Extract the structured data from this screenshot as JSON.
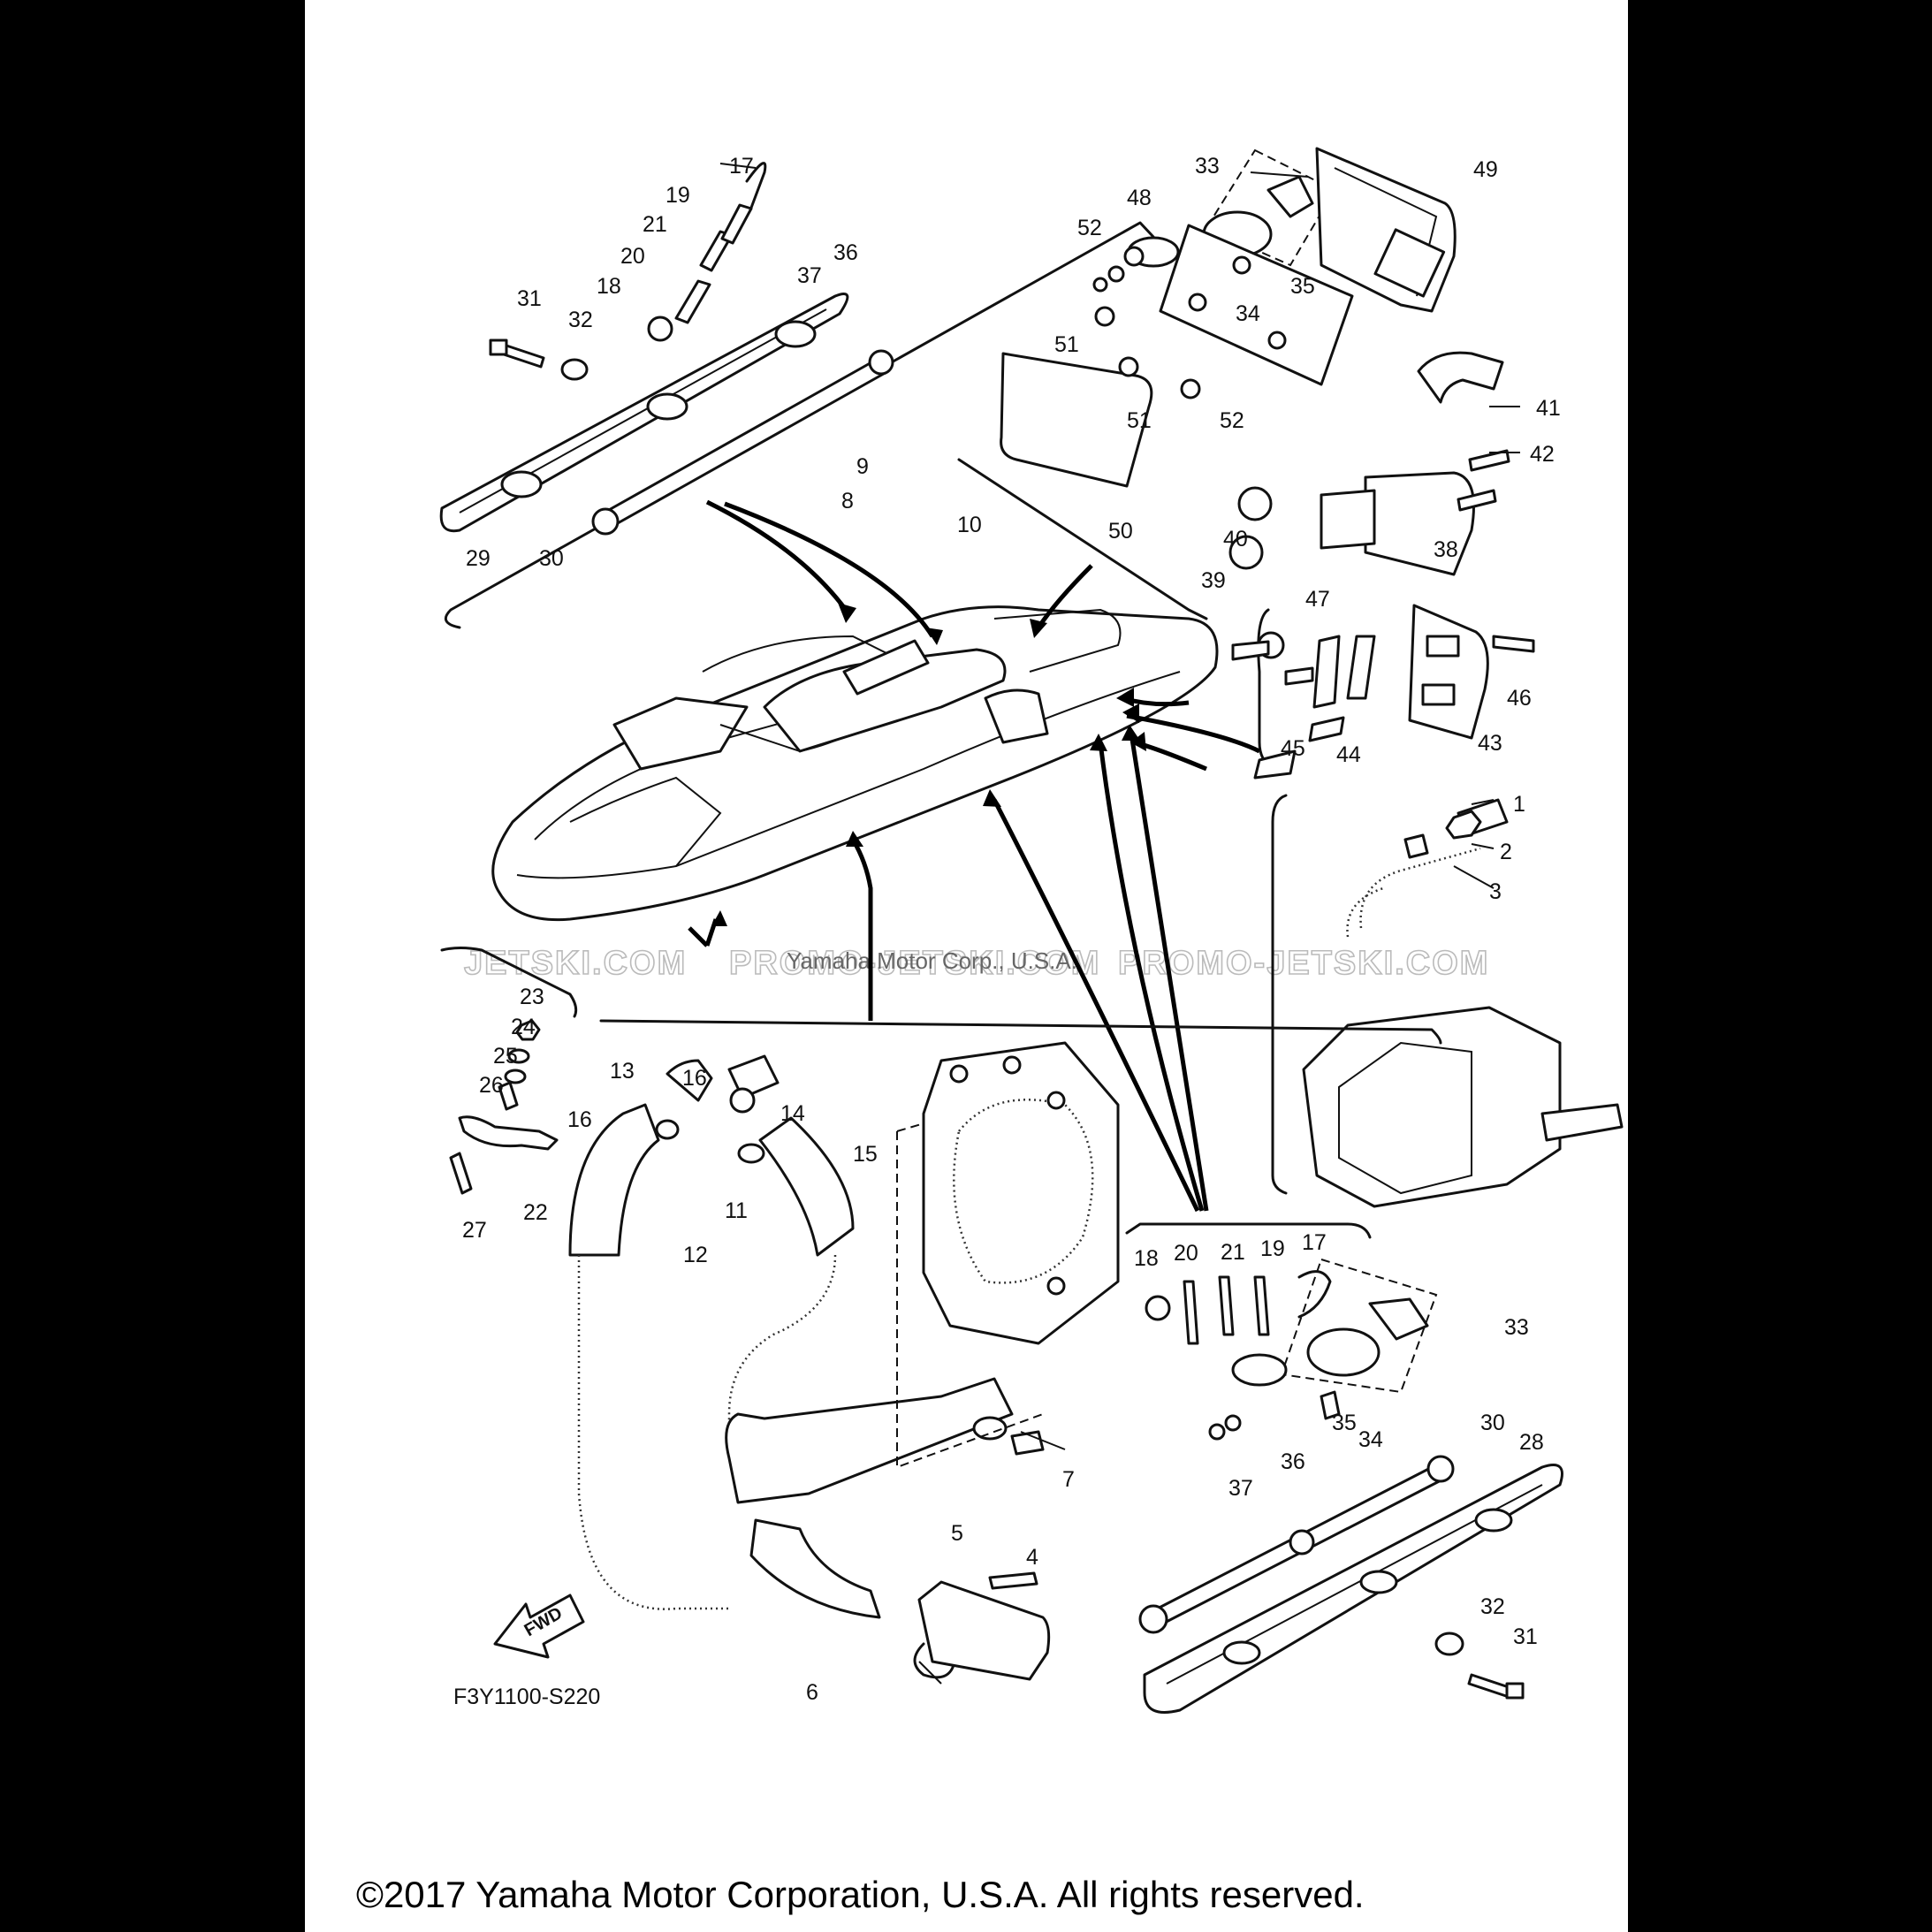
{
  "diagram": {
    "code": "F3Y1100-S220",
    "fwd_label": "FWD",
    "copyright": "©2017 Yamaha Motor Corporation, U.S.A. All rights reserved.",
    "watermark_left": "JETSKI.COM",
    "watermark_mid": "PROMO-JETSKI.COM",
    "watermark_right": "PROMO-JETSKI.COM",
    "watermark_owner": "Yamaha Motor Corp., U.S.A."
  },
  "callouts": [
    {
      "id": "c17a",
      "num": "17"
    },
    {
      "id": "c19a",
      "num": "19"
    },
    {
      "id": "c21a",
      "num": "21"
    },
    {
      "id": "c20a",
      "num": "20"
    },
    {
      "id": "c18a",
      "num": "18"
    },
    {
      "id": "c31a",
      "num": "31"
    },
    {
      "id": "c32a",
      "num": "32"
    },
    {
      "id": "c33a",
      "num": "33"
    },
    {
      "id": "c36a",
      "num": "36"
    },
    {
      "id": "c37a",
      "num": "37"
    },
    {
      "id": "c34a",
      "num": "34"
    },
    {
      "id": "c35a",
      "num": "35"
    },
    {
      "id": "c29",
      "num": "29"
    },
    {
      "id": "c30a",
      "num": "30"
    },
    {
      "id": "c49",
      "num": "49"
    },
    {
      "id": "c48",
      "num": "48"
    },
    {
      "id": "c52a",
      "num": "52"
    },
    {
      "id": "c51a",
      "num": "51"
    },
    {
      "id": "c51b",
      "num": "51"
    },
    {
      "id": "c52b",
      "num": "52"
    },
    {
      "id": "c41",
      "num": "41"
    },
    {
      "id": "c42",
      "num": "42"
    },
    {
      "id": "c9",
      "num": "9"
    },
    {
      "id": "c8",
      "num": "8"
    },
    {
      "id": "c10",
      "num": "10"
    },
    {
      "id": "c50",
      "num": "50"
    },
    {
      "id": "c40",
      "num": "40"
    },
    {
      "id": "c38",
      "num": "38"
    },
    {
      "id": "c39",
      "num": "39"
    },
    {
      "id": "c47",
      "num": "47"
    },
    {
      "id": "c46",
      "num": "46"
    },
    {
      "id": "c45",
      "num": "45"
    },
    {
      "id": "c44",
      "num": "44"
    },
    {
      "id": "c43",
      "num": "43"
    },
    {
      "id": "c1",
      "num": "1"
    },
    {
      "id": "c2",
      "num": "2"
    },
    {
      "id": "c3",
      "num": "3"
    },
    {
      "id": "c23",
      "num": "23"
    },
    {
      "id": "c24",
      "num": "24"
    },
    {
      "id": "c25",
      "num": "25"
    },
    {
      "id": "c26",
      "num": "26"
    },
    {
      "id": "c27",
      "num": "27"
    },
    {
      "id": "c22",
      "num": "22"
    },
    {
      "id": "c13",
      "num": "13"
    },
    {
      "id": "c16a",
      "num": "16"
    },
    {
      "id": "c16b",
      "num": "16"
    },
    {
      "id": "c14",
      "num": "14"
    },
    {
      "id": "c15",
      "num": "15"
    },
    {
      "id": "c11",
      "num": "11"
    },
    {
      "id": "c12",
      "num": "12"
    },
    {
      "id": "c18b",
      "num": "18"
    },
    {
      "id": "c20b",
      "num": "20"
    },
    {
      "id": "c21b",
      "num": "21"
    },
    {
      "id": "c19b",
      "num": "19"
    },
    {
      "id": "c17b",
      "num": "17"
    },
    {
      "id": "c33b",
      "num": "33"
    },
    {
      "id": "c35b",
      "num": "35"
    },
    {
      "id": "c34b",
      "num": "34"
    },
    {
      "id": "c30b",
      "num": "30"
    },
    {
      "id": "c28",
      "num": "28"
    },
    {
      "id": "c36b",
      "num": "36"
    },
    {
      "id": "c37b",
      "num": "37"
    },
    {
      "id": "c7",
      "num": "7"
    },
    {
      "id": "c5",
      "num": "5"
    },
    {
      "id": "c4",
      "num": "4"
    },
    {
      "id": "c32b",
      "num": "32"
    },
    {
      "id": "c31b",
      "num": "31"
    },
    {
      "id": "c6",
      "num": "6"
    }
  ]
}
